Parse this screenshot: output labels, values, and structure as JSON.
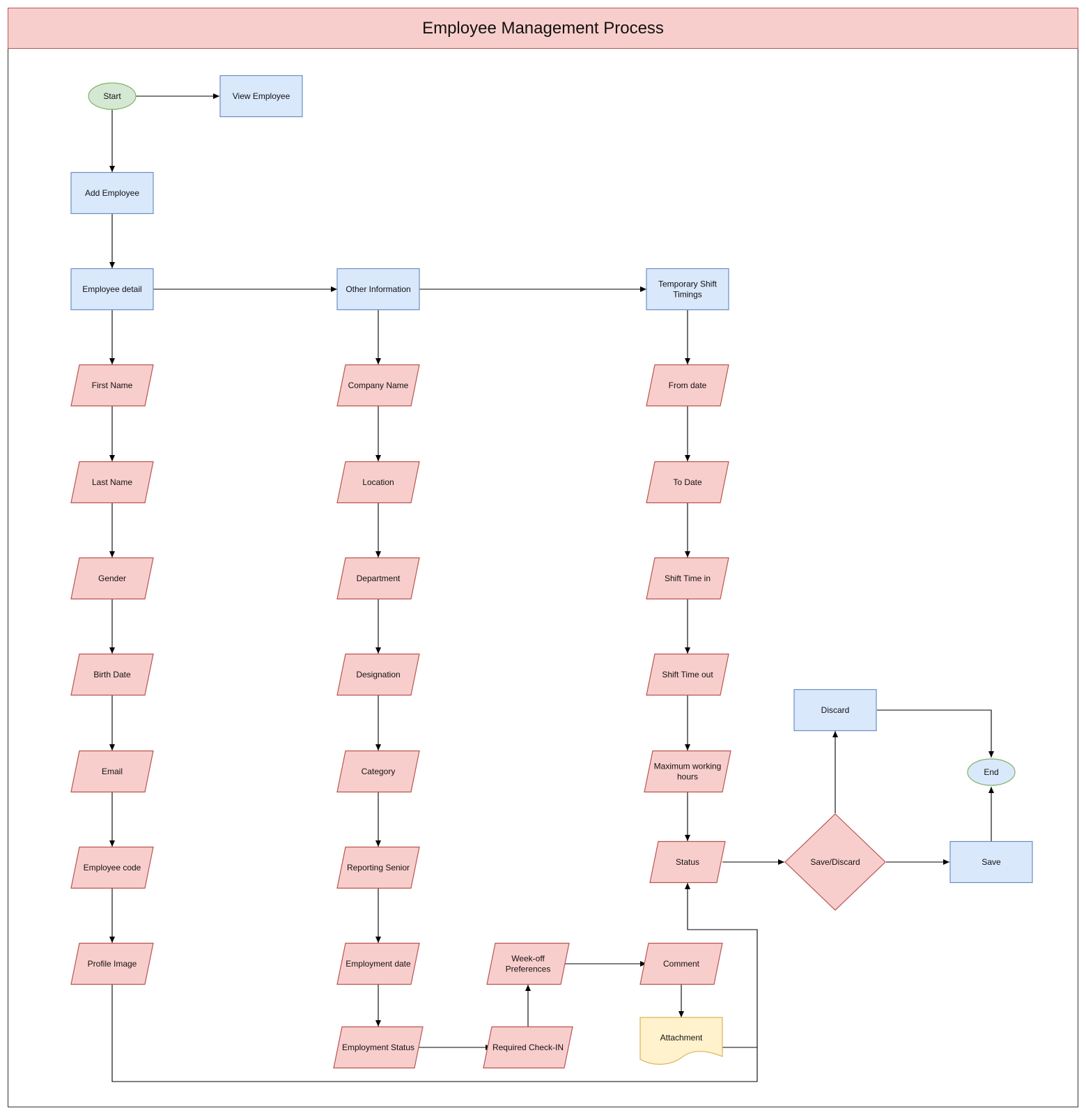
{
  "title": "Employee Management Process",
  "colors": {
    "process_fill": "#dae8fc",
    "process_stroke": "#6c8ebf",
    "io_fill": "#f8cecc",
    "io_stroke": "#b85450",
    "terminal_fill": "#d5e8d4",
    "terminal_stroke": "#82b366",
    "end_fill": "#dae8fc",
    "doc_fill": "#fff2cc",
    "doc_stroke": "#d6b656"
  },
  "nodes": {
    "start": "Start",
    "view_employee": "View Employee",
    "add_employee": "Add Employee",
    "employee_detail": "Employee detail",
    "other_information": "Other Information",
    "temporary_shift_timings": [
      "Temporary Shift",
      "Timings"
    ],
    "first_name": "First Name",
    "last_name": "Last Name",
    "gender": "Gender",
    "birth_date": "Birth Date",
    "email": "Email",
    "employee_code": "Employee code",
    "profile_image": "Profile Image",
    "company_name": "Company Name",
    "location": "Location",
    "department": "Department",
    "designation": "Designation",
    "category": "Category",
    "reporting_senior": "Reporting Senior",
    "employment_date": "Employment date",
    "employment_status": "Employment Status",
    "required_check_in": "Required Check-IN",
    "week_off_preferences": [
      "Week-off",
      "Preferences"
    ],
    "comment": "Comment",
    "attachment": "Attachment",
    "from_date": "From date",
    "to_date": "To Date",
    "shift_time_in": "Shift Time in",
    "shift_time_out": "Shift Time out",
    "maximum_working_hours": [
      "Maximum working",
      "hours"
    ],
    "status": "Status",
    "save_discard": "Save/Discard",
    "discard": "Discard",
    "save": "Save",
    "end": "End"
  }
}
